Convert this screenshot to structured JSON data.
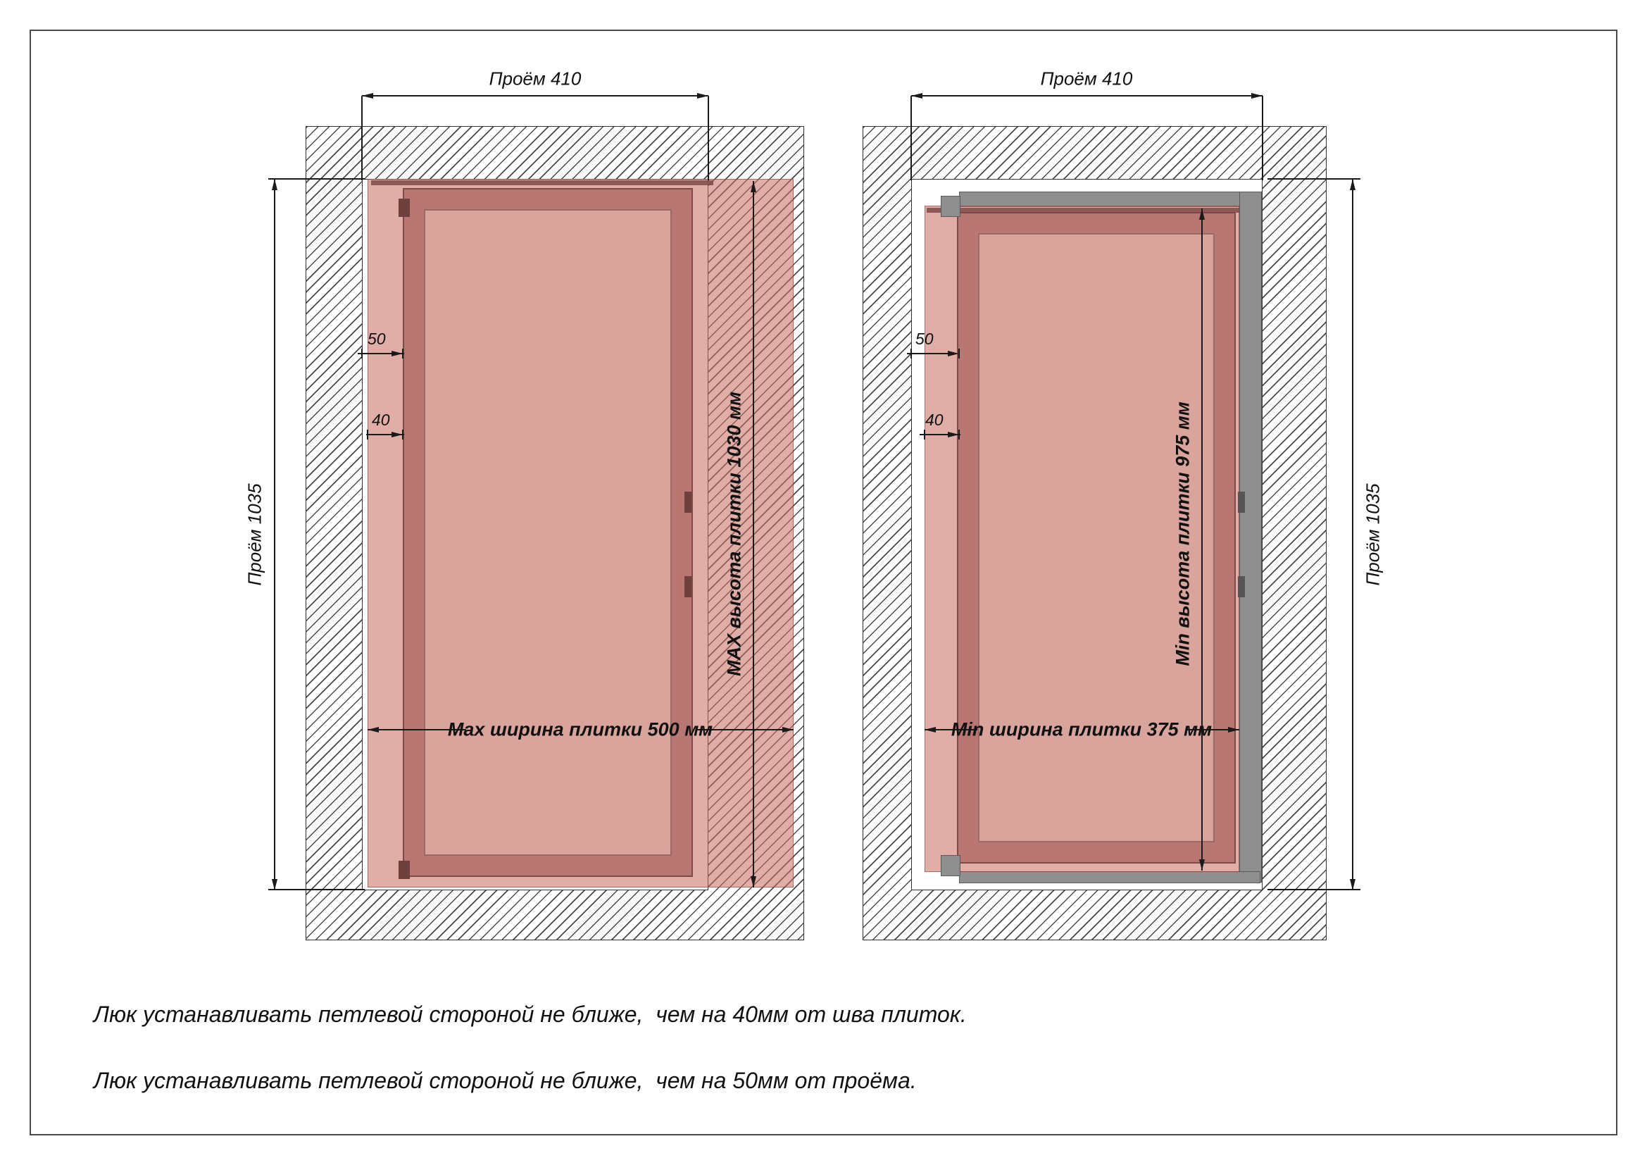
{
  "left_diagram": {
    "opening_width_label": "Проём 410",
    "opening_height_label": "Проём 1035",
    "hinge_to_opening_label": "50",
    "hinge_to_seam_label": "40",
    "tile_height_label": "MAX высота плитки 1030 мм",
    "tile_width_label": "Max ширина плитки 500 мм"
  },
  "right_diagram": {
    "opening_width_label": "Проём 410",
    "opening_height_label": "Проём 1035",
    "hinge_to_opening_label": "50",
    "hinge_to_seam_label": "40",
    "tile_height_label": "Min высота плитки 975 мм",
    "tile_width_label": "Min ширина плитки 375 мм"
  },
  "notes": {
    "line1": "Люк устанавливать петлевой стороной не ближе,  чем на 40мм от шва плиток.",
    "line2": "Люк устанавливать петлевой стороной не ближе,  чем на 50мм от проёма."
  },
  "colors": {
    "tile_pink": "#c76b5f",
    "frame_mauve": "#994a48",
    "steel_gray": "#8f8f8f",
    "line_black": "#1a1a1a"
  }
}
